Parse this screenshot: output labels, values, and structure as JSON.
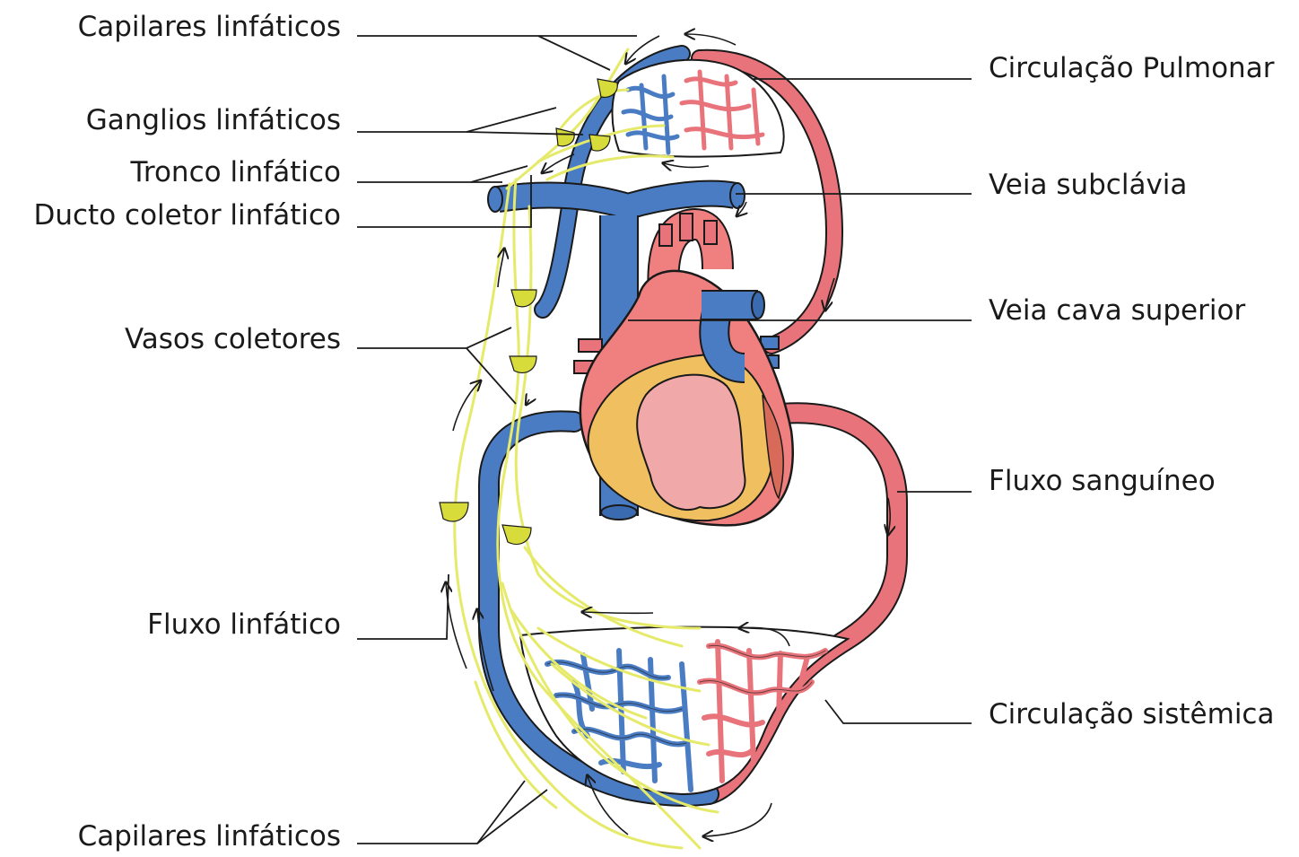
{
  "labels_left": {
    "capilares_top": "Capilares linfáticos",
    "ganglios": "Ganglios linfáticos",
    "tronco": "Tronco linfático",
    "ducto": "Ducto coletor linfático",
    "vasos": "Vasos coletores",
    "fluxo_linf": "Fluxo linfático",
    "capilares_bottom": "Capilares linfáticos"
  },
  "labels_right": {
    "pulmonar": "Circulação Pulmonar",
    "subclavia": "Veia subclávia",
    "cava": "Veia cava superior",
    "fluxo_sang": "Fluxo sanguíneo",
    "sistemica": "Circulação sistêmica"
  },
  "colors": {
    "vein_blue": "#4a7cc4",
    "artery_red": "#e8737a",
    "heart_pink": "#f08080",
    "heart_core": "#f0a8a8",
    "heart_yellow": "#f0c060",
    "lymph_yellow": "#e6ea6a",
    "node_yellow": "#d8dc3a",
    "outline": "#1a1a1a"
  }
}
